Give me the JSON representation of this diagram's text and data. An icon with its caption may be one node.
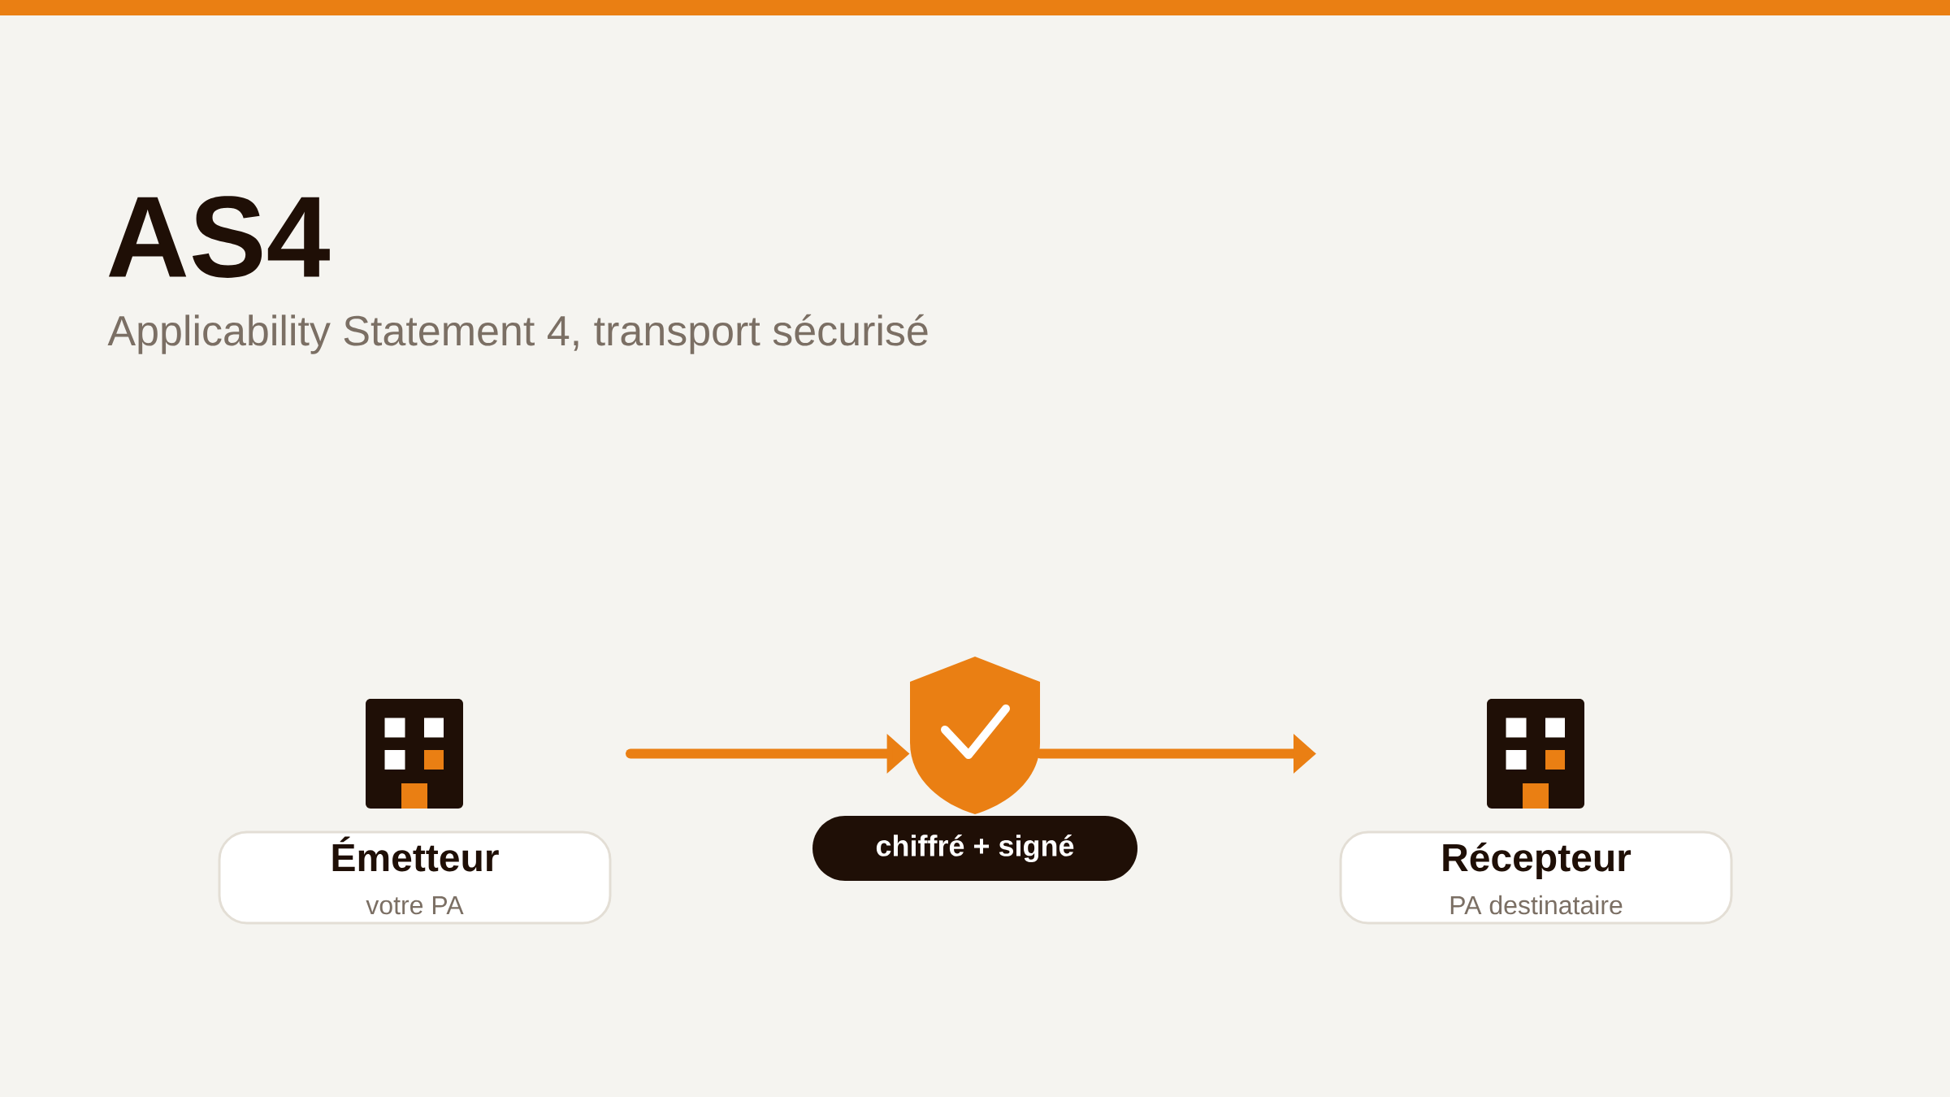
{
  "diagram": {
    "title": "AS4",
    "nodes": [
      {
        "text": [],
        "shape": "bar"
      },
      {
        "text": [],
        "shape": "building"
      },
      {
        "text": [
          "Émetteur",
          "votre PA"
        ]
      },
      {
        "text": [],
        "shape": "shield"
      },
      {
        "text": [
          "chiffré + signé"
        ]
      },
      {
        "text": [],
        "shape": "building"
      },
      {
        "text": [
          "Récepteur",
          "PA destinataire"
        ]
      }
    ],
    "edges": [
      {
        "from": null,
        "to": 3,
        "arrow": "to"
      },
      {
        "from": 3,
        "to": null,
        "arrow": "to"
      }
    ],
    "labels": [
      "Applicability Statement 4, transport sécurisé"
    ]
  }
}
